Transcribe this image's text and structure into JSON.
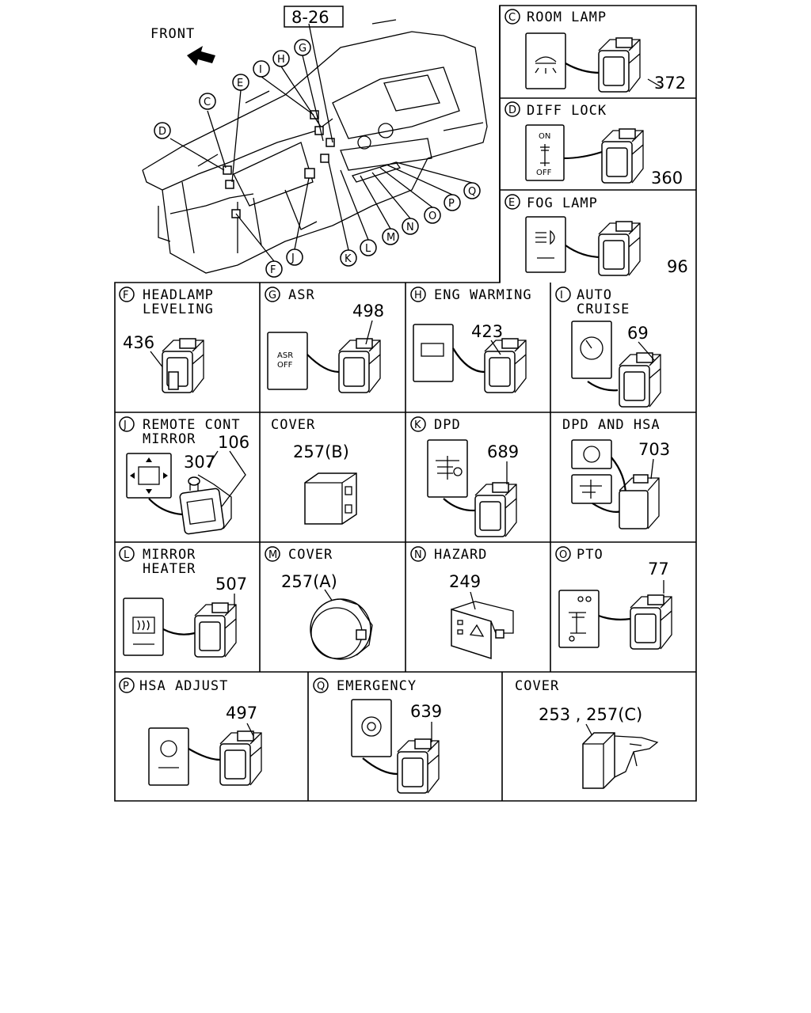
{
  "overview": {
    "front_label": "FRONT",
    "ref_box": "8-26",
    "callouts": [
      "D",
      "C",
      "E",
      "I",
      "H",
      "G",
      "F",
      "J",
      "K",
      "L",
      "M",
      "N",
      "O",
      "P",
      "Q"
    ]
  },
  "panels": {
    "C": {
      "letter": "C",
      "title": "ROOM LAMP",
      "part": "372"
    },
    "D": {
      "letter": "D",
      "title": "DIFF LOCK",
      "part": "360",
      "on": "ON",
      "off": "OFF"
    },
    "E": {
      "letter": "E",
      "title": "FOG LAMP",
      "part": "96"
    },
    "F": {
      "letter": "F",
      "title1": "HEADLAMP",
      "title2": "LEVELING",
      "part": "436"
    },
    "G": {
      "letter": "G",
      "title": "ASR",
      "part": "498",
      "icon1": "ASR",
      "icon2": "OFF"
    },
    "H": {
      "letter": "H",
      "title": "ENG WARMING",
      "part": "423"
    },
    "I": {
      "letter": "I",
      "title1": "AUTO",
      "title2": "CRUISE",
      "part": "69"
    },
    "J": {
      "letter": "J",
      "title1": "REMOTE CONT",
      "title2": "MIRROR",
      "part_a": "106",
      "part_b": "307"
    },
    "COVER_B": {
      "title": "COVER",
      "part": "257(B)"
    },
    "K": {
      "letter": "K",
      "title": "DPD",
      "part": "689"
    },
    "DPD_HSA": {
      "title": "DPD AND HSA",
      "part": "703"
    },
    "L": {
      "letter": "L",
      "title1": "MIRROR",
      "title2": "HEATER",
      "part": "507"
    },
    "M": {
      "letter": "M",
      "title": "COVER",
      "part": "257(A)"
    },
    "N": {
      "letter": "N",
      "title": "HAZARD",
      "part": "249"
    },
    "O": {
      "letter": "O",
      "title": "PTO",
      "part": "77"
    },
    "P": {
      "letter": "P",
      "title": "HSA ADJUST",
      "part": "497"
    },
    "Q": {
      "letter": "Q",
      "title": "EMERGENCY",
      "part": "639"
    },
    "COVER_C": {
      "title": "COVER",
      "part": "253 , 257(C)"
    }
  }
}
